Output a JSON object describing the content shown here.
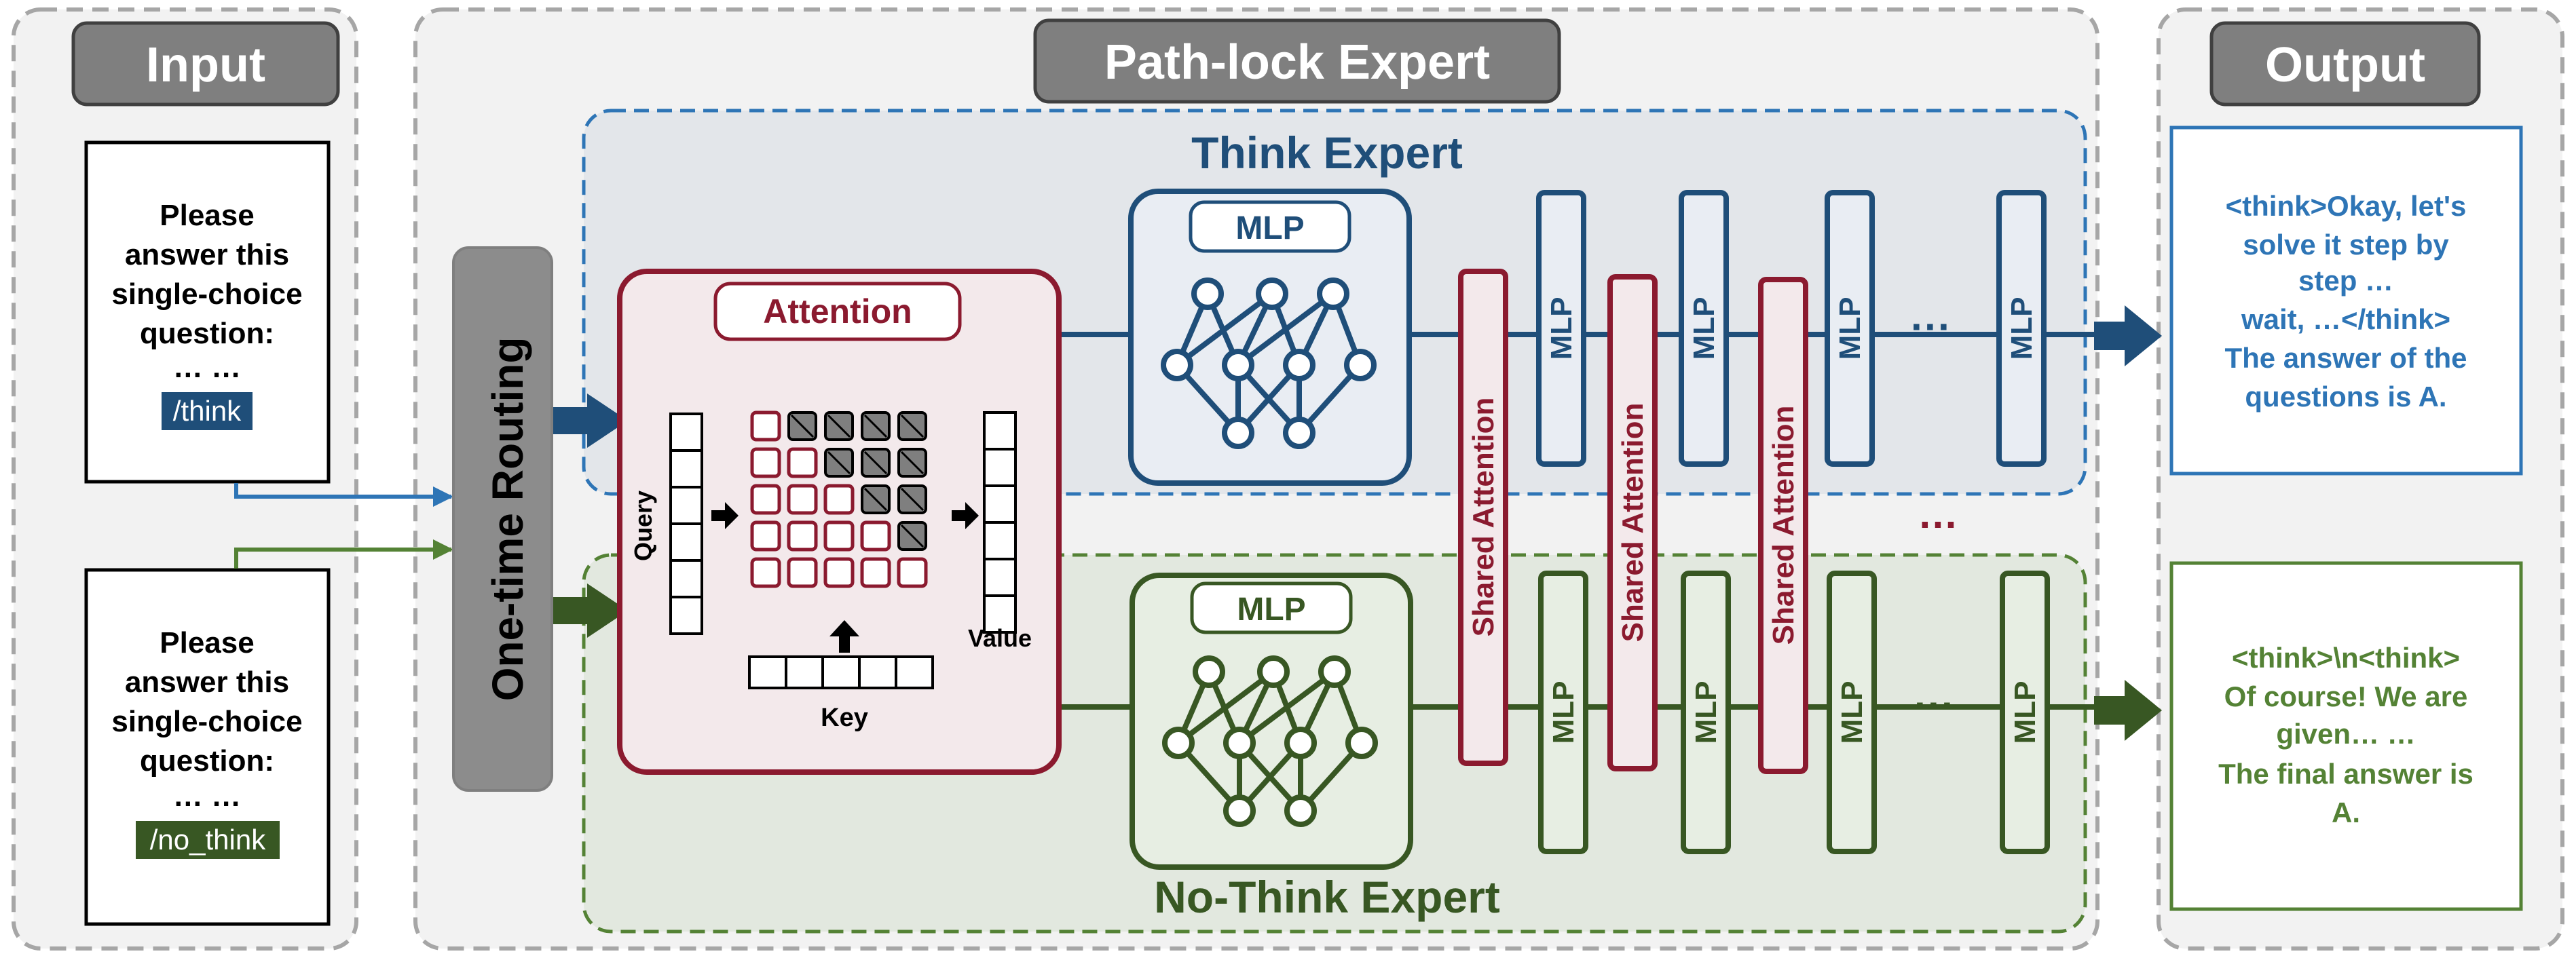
{
  "sections": {
    "input": "Input",
    "expert": "Path-lock Expert",
    "output": "Output"
  },
  "inputs": [
    {
      "lines": [
        "Please",
        "answer this",
        "single-choice",
        "question:",
        "… …"
      ],
      "tag": "/think"
    },
    {
      "lines": [
        "Please",
        "answer this",
        "single-choice",
        "question:",
        "… …"
      ],
      "tag": "/no_think"
    }
  ],
  "router": "One-time Routing",
  "think": {
    "title": "Think Expert"
  },
  "nothink": {
    "title": "No-Think Expert"
  },
  "attention": {
    "title": "Attention",
    "query": "Query",
    "key": "Key",
    "value": "Value"
  },
  "mlp_label": "MLP",
  "shared_attention_label": "Shared Attention",
  "ellipsis": "···",
  "between_dots": "…",
  "outputs": {
    "think": [
      "<think>Okay, let's",
      "solve it step by",
      "step …",
      "wait, …</think>",
      "The answer of the",
      "questions is A."
    ],
    "nothink": [
      "<think>\\n<think>",
      "Of course! We are",
      "given… …",
      "The final answer is",
      "A."
    ]
  },
  "colors": {
    "blue": "#1F4E79",
    "green": "#385723",
    "red": "#8B1A2F",
    "gray": "#7f7f7f",
    "dark_gray": "#5a5a5a",
    "think_bg": "#E3E6EA",
    "nothink_bg": "#E2E8DF",
    "attn_bg": "#F3E9EB",
    "panel_bg": "#F2F2F2"
  }
}
